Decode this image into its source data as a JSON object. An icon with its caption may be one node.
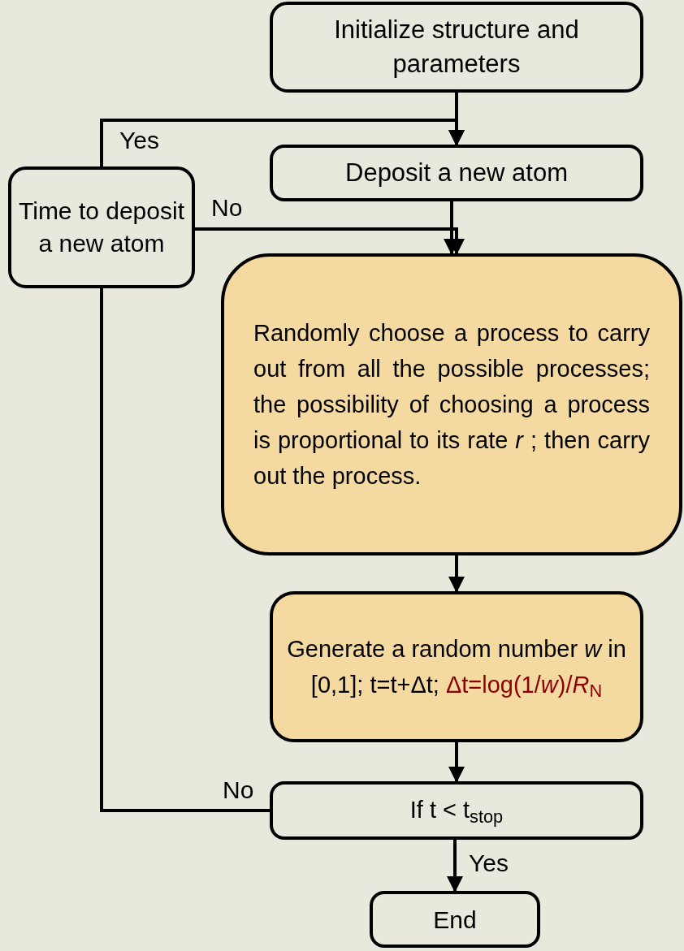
{
  "diagram": {
    "nodes": [
      {
        "text": [
          "Initialize structure and parameters"
        ]
      },
      {
        "text": [
          "Deposit a new atom"
        ]
      },
      {
        "text": [
          "Time to deposit a new atom"
        ]
      },
      {
        "text": [
          "Randomly choose a process to carry out from all the possible processes; the possibility of choosing a process is proportional to its rate *r* ; then carry out the process."
        ]
      },
      {
        "text": [
          "Generate a random number *w* in [0,1]; t=t+Δt;",
          "Δt=log(1/*w*)/*R*$_{N}$"
        ]
      },
      {
        "text": [
          "If t < t$_{stop}$"
        ]
      },
      {
        "text": [
          "End"
        ]
      }
    ],
    "edges": [
      {
        "from": 0,
        "to": 1,
        "arrow": "to"
      },
      {
        "from": 2,
        "to": 1,
        "arrow": "to",
        "label": "Yes"
      },
      {
        "from": 1,
        "to": 3,
        "arrow": "to"
      },
      {
        "from": 2,
        "to": 3,
        "arrow": "to",
        "label": "No"
      },
      {
        "from": 3,
        "to": 4,
        "arrow": "to"
      },
      {
        "from": 4,
        "to": 5,
        "arrow": "to"
      },
      {
        "from": 5,
        "to": 2,
        "arrow": "none",
        "label": "No"
      },
      {
        "from": 5,
        "to": 6,
        "arrow": "to",
        "label": "Yes"
      }
    ]
  }
}
